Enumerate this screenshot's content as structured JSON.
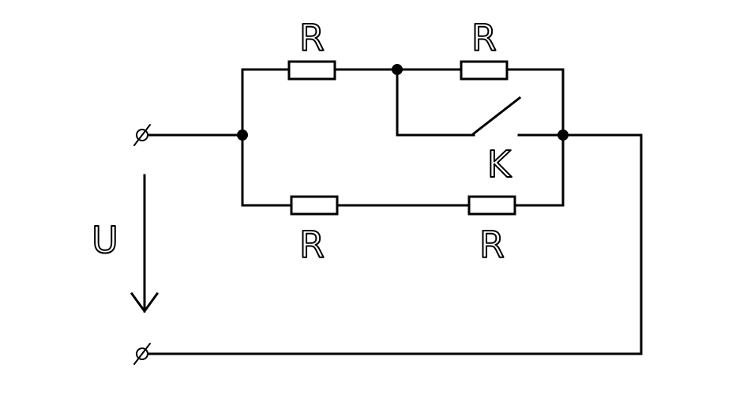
{
  "labels": {
    "r_top_left": "R",
    "r_top_right": "R",
    "r_bottom_left": "R",
    "r_bottom_right": "R",
    "switch": "K",
    "voltage": "U"
  },
  "colors": {
    "ink": "#000000",
    "background": "#ffffff"
  },
  "icons": {
    "terminal": "terminal-slashed-circle-icon",
    "arrow": "down-arrow-icon"
  }
}
